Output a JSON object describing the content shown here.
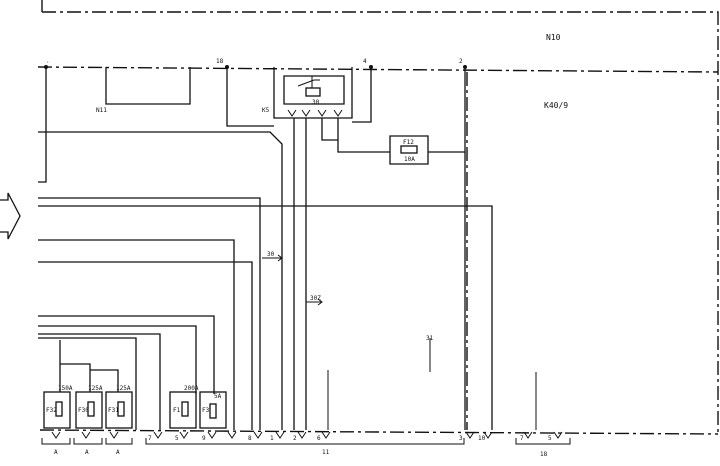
{
  "modules": {
    "n10": "N10",
    "k40_9": "K40/9",
    "n11": "N11",
    "k5": "K5"
  },
  "relay": {
    "f12": "F12",
    "f12_rating": "10A"
  },
  "fuses": [
    {
      "id": "F32",
      "rating": "150A",
      "connector": "A"
    },
    {
      "id": "F30",
      "rating": "125A",
      "connector": "A"
    },
    {
      "id": "F31",
      "rating": "125A",
      "connector": "A"
    },
    {
      "id": "F1",
      "rating": "200A",
      "connector": ""
    },
    {
      "id": "F3",
      "rating": "5A",
      "connector": ""
    }
  ],
  "top_pins": [
    "18",
    "4",
    "2"
  ],
  "wire_labels": {
    "w30": "30",
    "w30z": "30Z",
    "w31": "31"
  },
  "bottom_pins": [
    "7",
    "5",
    "9",
    "8",
    "1",
    "2",
    "6",
    "3",
    "10",
    "7",
    "5"
  ],
  "connectors": {
    "c11": "11",
    "c18": "18"
  }
}
